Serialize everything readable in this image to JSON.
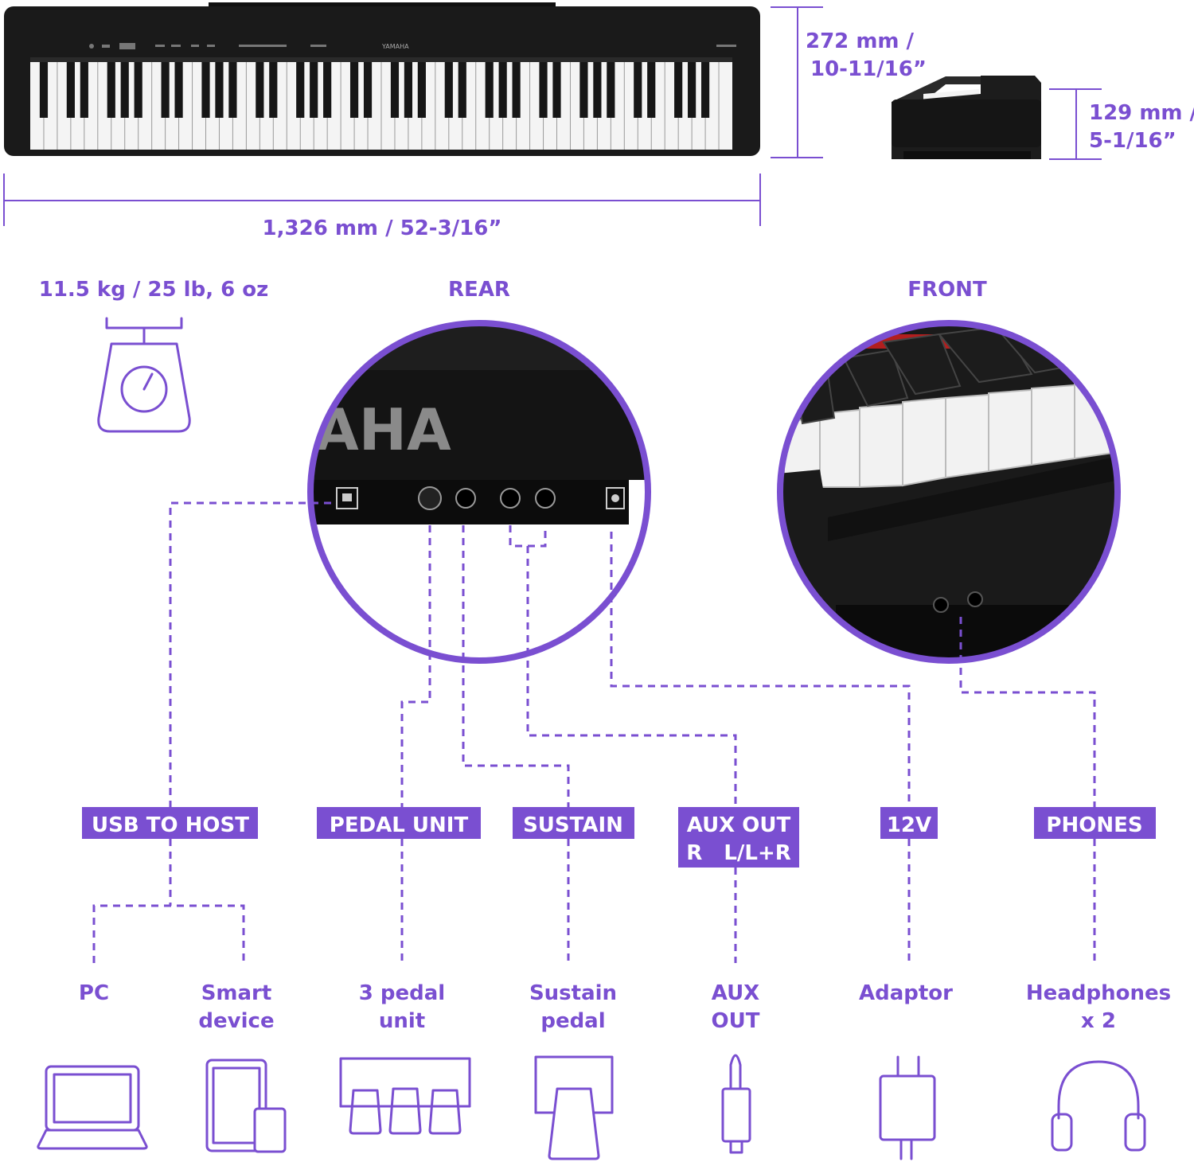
{
  "dimensions": {
    "depth_line1": "272 mm /",
    "depth_line2": "10-11/16”",
    "height_line1": "129 mm /",
    "height_line2": "5-1/16”",
    "width": "1,326 mm / 52-3/16”",
    "weight": "11.5 kg / 25 lb, 6 oz"
  },
  "piano_logo": "YAMAHA",
  "rear_closeup_logo": "AHA",
  "section_titles": {
    "rear": "REAR",
    "front": "FRONT"
  },
  "ports": [
    {
      "label": "USB TO HOST"
    },
    {
      "label": "PEDAL UNIT"
    },
    {
      "label": "SUSTAIN"
    },
    {
      "label_line1": "AUX OUT",
      "label_line2": "R   L/L+R"
    },
    {
      "label": "12V"
    },
    {
      "label": "PHONES"
    }
  ],
  "devices": {
    "pc": "PC",
    "smart_line1": "Smart",
    "smart_line2": "device",
    "pedal3_line1": "3 pedal",
    "pedal3_line2": "unit",
    "sustain_line1": "Sustain",
    "sustain_line2": "pedal",
    "aux_line1": "AUX",
    "aux_line2": "OUT",
    "adaptor": "Adaptor",
    "headphones_line1": "Headphones",
    "headphones_line2": "x 2"
  },
  "colors": {
    "accent": "#7a4fd1",
    "piano": "#1a1a1a",
    "white_key": "#f4f4f4"
  },
  "icons": [
    "scale-icon",
    "laptop-icon",
    "tablet-phone-icon",
    "three-pedal-icon",
    "sustain-pedal-icon",
    "audio-jack-icon",
    "power-adaptor-icon",
    "headphones-icon"
  ]
}
